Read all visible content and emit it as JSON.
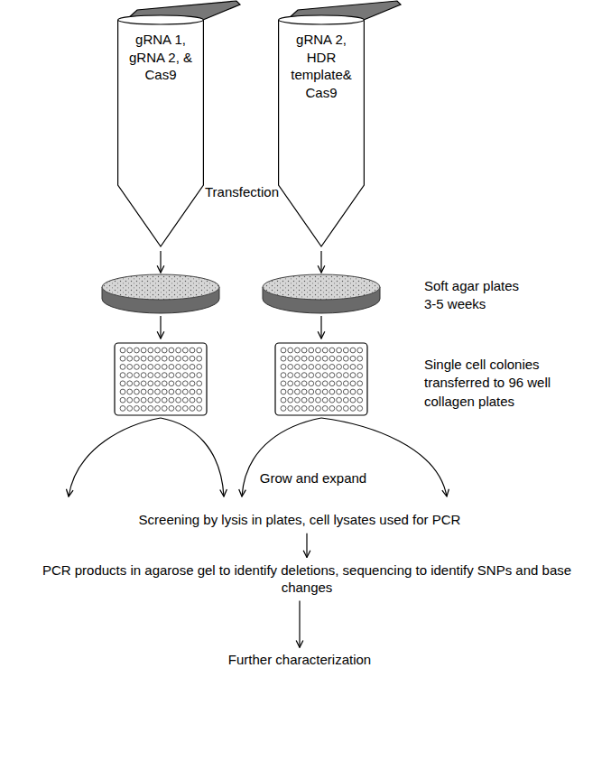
{
  "diagram": {
    "nodes": [
      {
        "text": [
          "gRNA 1, gRNA 2, & Cas9"
        ]
      },
      {
        "text": [
          "gRNA 2, HDR template& Cas9"
        ]
      },
      {
        "text": [
          "Grow and expand"
        ]
      },
      {
        "text": [
          "Screening by lysis in plates, cell lysates used for PCR"
        ]
      },
      {
        "text": [
          "PCR products in agarose gel to identify deletions, sequencing to identify SNPs and base changes"
        ]
      },
      {
        "text": [
          "Further characterization"
        ]
      }
    ],
    "edges": [
      {
        "from": 3,
        "to": 4,
        "arrow": "to"
      },
      {
        "from": 4,
        "to": 5,
        "arrow": "to"
      }
    ],
    "labels": [
      "Transfection",
      "Soft agar plates 3-5 weeks",
      "Single cell colonies transferred to 96 well collagen plates"
    ]
  }
}
